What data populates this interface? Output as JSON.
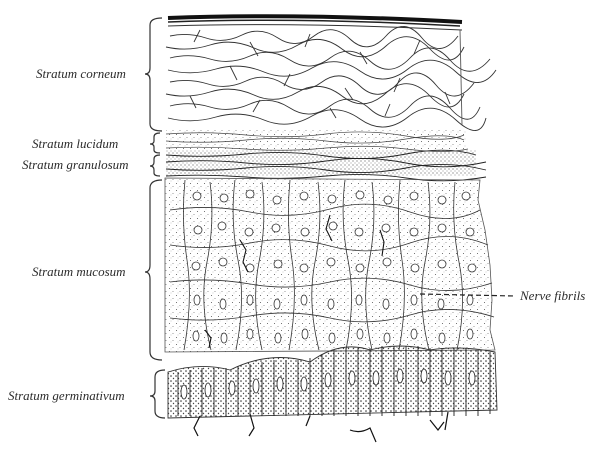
{
  "figure": {
    "labels": {
      "stratum_corneum": "Stratum corneum",
      "stratum_lucidum": "Stratum lucidum",
      "stratum_granulosum": "Stratum granulosum",
      "stratum_mucosum": "Stratum mucosum",
      "stratum_germinativum": "Stratum germinativum",
      "nerve_fibrils": "Nerve fibrils"
    }
  }
}
